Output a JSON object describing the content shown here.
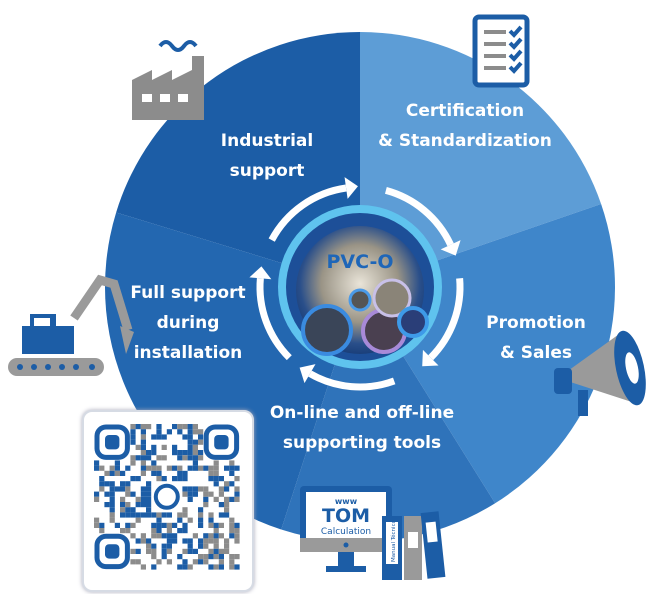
{
  "center": {
    "label": "PVC-O"
  },
  "segments": [
    {
      "id": "industrial",
      "lines": [
        "Industrial",
        "support"
      ],
      "color": "#1c5da6"
    },
    {
      "id": "certification",
      "lines": [
        "Certification",
        "& Standardization"
      ],
      "color": "#5d9dd6"
    },
    {
      "id": "promotion",
      "lines": [
        "Promotion",
        "& Sales"
      ],
      "color": "#3f86ca"
    },
    {
      "id": "online",
      "lines": [
        "On-line and off-line",
        "supporting tools"
      ],
      "color": "#2f73ba"
    },
    {
      "id": "installation",
      "lines": [
        "Full support",
        "during",
        "installation"
      ],
      "color": "#2367b0"
    }
  ],
  "monitor": {
    "www": "www",
    "brand": "TOM",
    "subtitle": "Calculation",
    "binder_label": "Manual Técnico"
  },
  "colors": {
    "accent": "#1c5da6",
    "icon_gray": "#8c8c8c"
  }
}
